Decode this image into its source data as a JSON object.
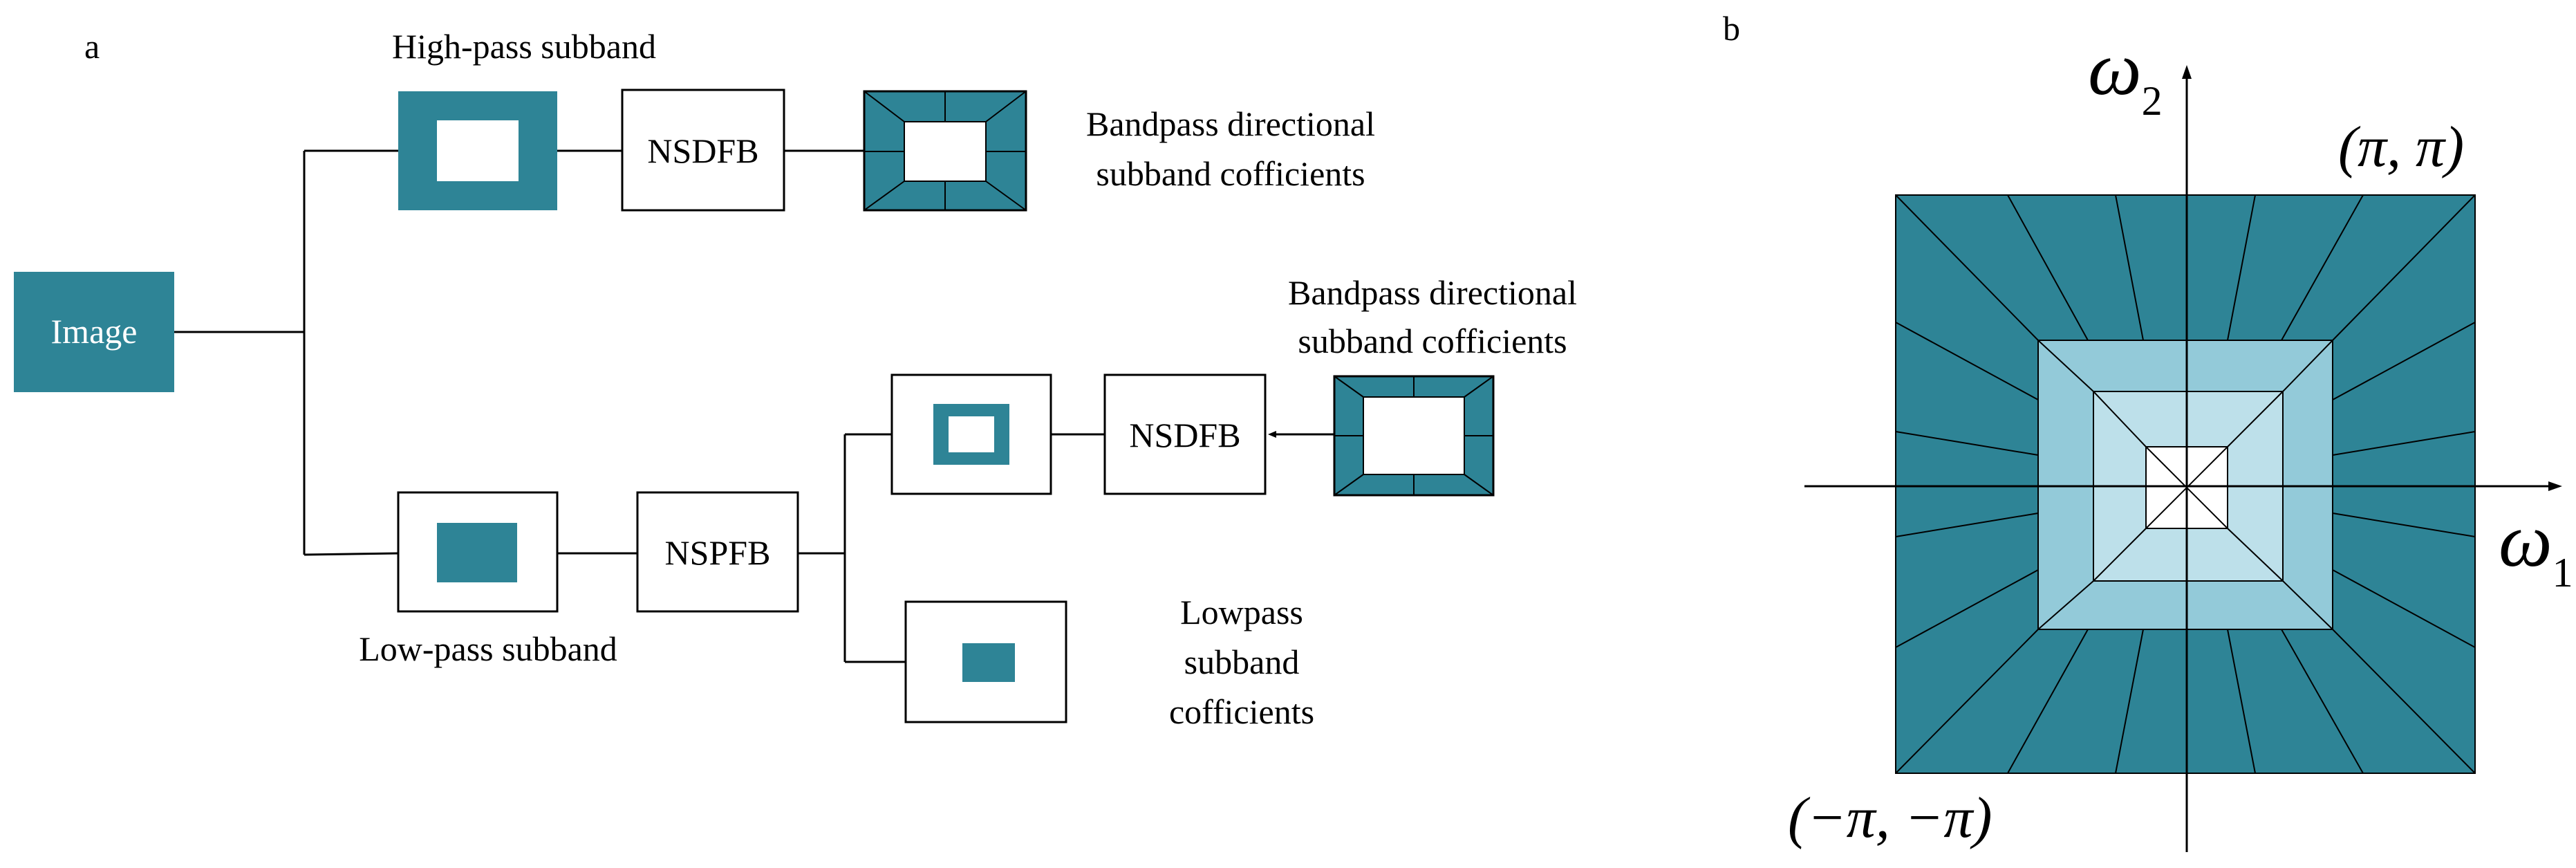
{
  "colors": {
    "teal": "#2e8496",
    "light_blue": "#93cad9",
    "lighter_blue": "#bde0ea",
    "line": "#000000",
    "background": "#ffffff"
  },
  "panel_a": {
    "label": "a",
    "image_label": "Image",
    "high_pass_label": "High-pass subband",
    "low_pass_label": "Low-pass subband",
    "nsdfb_top": "NSDFB",
    "nspfb": "NSPFB",
    "nsdfb_bottom": "NSDFB",
    "bandpass_top_line1": "Bandpass directional",
    "bandpass_top_line2": "subband cofficients",
    "bandpass_bottom_line1": "Bandpass directional",
    "bandpass_bottom_line2": "subband cofficients",
    "lowpass_line1": "Lowpass",
    "lowpass_line2": "subband",
    "lowpass_line3": "cofficients"
  },
  "panel_b": {
    "label": "b",
    "axis_x_symbol": "ω",
    "axis_x_subscript": "1",
    "axis_y_symbol": "ω",
    "axis_y_subscript": "2",
    "corner_top_right": "(π, π)",
    "corner_bottom_left": "(−π, −π)"
  }
}
